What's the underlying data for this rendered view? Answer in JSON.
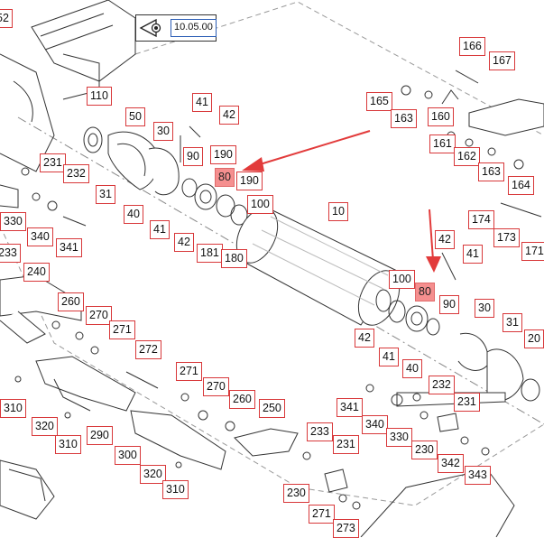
{
  "version_box": {
    "text": "10.05.00",
    "icon": "eye-view-icon"
  },
  "labels": [
    {
      "text": "52"
    },
    {
      "text": "110"
    },
    {
      "text": "50"
    },
    {
      "text": "41"
    },
    {
      "text": "42"
    },
    {
      "text": "30"
    },
    {
      "text": "190"
    },
    {
      "text": "90"
    },
    {
      "text": "80",
      "highlight": true
    },
    {
      "text": "190"
    },
    {
      "text": "231"
    },
    {
      "text": "232"
    },
    {
      "text": "31"
    },
    {
      "text": "40"
    },
    {
      "text": "330"
    },
    {
      "text": "340"
    },
    {
      "text": "341"
    },
    {
      "text": "233"
    },
    {
      "text": "240"
    },
    {
      "text": "41"
    },
    {
      "text": "42"
    },
    {
      "text": "181"
    },
    {
      "text": "180"
    },
    {
      "text": "100"
    },
    {
      "text": "10"
    },
    {
      "text": "166"
    },
    {
      "text": "167"
    },
    {
      "text": "165"
    },
    {
      "text": "163"
    },
    {
      "text": "160"
    },
    {
      "text": "161"
    },
    {
      "text": "162"
    },
    {
      "text": "163"
    },
    {
      "text": "164"
    },
    {
      "text": "174"
    },
    {
      "text": "173"
    },
    {
      "text": "171"
    },
    {
      "text": "42"
    },
    {
      "text": "41"
    },
    {
      "text": "100"
    },
    {
      "text": "80",
      "highlight": true
    },
    {
      "text": "90"
    },
    {
      "text": "30"
    },
    {
      "text": "31"
    },
    {
      "text": "20"
    },
    {
      "text": "42"
    },
    {
      "text": "41"
    },
    {
      "text": "40"
    },
    {
      "text": "260"
    },
    {
      "text": "270"
    },
    {
      "text": "271"
    },
    {
      "text": "272"
    },
    {
      "text": "271"
    },
    {
      "text": "270"
    },
    {
      "text": "260"
    },
    {
      "text": "250"
    },
    {
      "text": "310"
    },
    {
      "text": "320"
    },
    {
      "text": "310"
    },
    {
      "text": "290"
    },
    {
      "text": "300"
    },
    {
      "text": "320"
    },
    {
      "text": "310"
    },
    {
      "text": "232"
    },
    {
      "text": "231"
    },
    {
      "text": "341"
    },
    {
      "text": "340"
    },
    {
      "text": "330"
    },
    {
      "text": "230"
    },
    {
      "text": "342"
    },
    {
      "text": "343"
    },
    {
      "text": "233"
    },
    {
      "text": "231"
    },
    {
      "text": "230"
    },
    {
      "text": "271"
    },
    {
      "text": "273"
    }
  ],
  "arrows": [
    {
      "name": "arrow-to-80-left"
    },
    {
      "name": "arrow-to-80-right"
    }
  ]
}
